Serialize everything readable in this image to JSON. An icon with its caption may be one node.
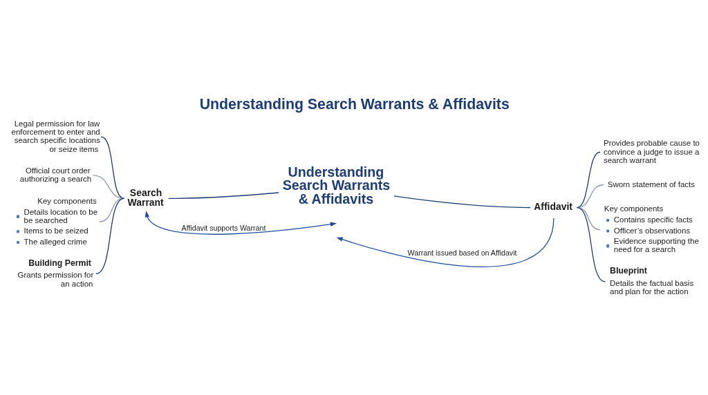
{
  "diagram": {
    "title": "Understanding Search Warrants & Affidavits",
    "nodes": [
      {
        "text": [
          "Legal permission for law enforcement to enter and search specific locations or seize items"
        ]
      },
      {
        "text": [
          "Official court order authorizing a search"
        ]
      },
      {
        "text": [
          "Key components",
          "Details location to be be searched",
          "Items to be seized",
          "The alleged crime"
        ]
      },
      {
        "text": [
          "Building Permit",
          "Grants permission for an action"
        ]
      },
      {
        "text": [
          "Search Warrant"
        ]
      },
      {
        "text": [
          "Understanding Search Warrants & Affidavits"
        ]
      },
      {
        "text": [
          "Affidavit"
        ]
      },
      {
        "text": [
          "Provides probable cause to convince a judge to issue a search warrant"
        ]
      },
      {
        "text": [
          "Sworn statement of facts"
        ]
      },
      {
        "text": [
          "Key components",
          "Contains specific facts",
          "Officer’s observations",
          "Evidence supporting the need for a search"
        ]
      },
      {
        "text": [
          "Blueprint",
          "Details the factual basis and plan for the action"
        ]
      }
    ],
    "edges": [
      {
        "from": 0,
        "to": 4,
        "arrow": "none"
      },
      {
        "from": 1,
        "to": 4,
        "arrow": "none",
        "color": "#8c96a8"
      },
      {
        "from": 2,
        "to": 4,
        "arrow": "none",
        "color": "#8c96a8"
      },
      {
        "from": 3,
        "to": 4,
        "arrow": "none"
      },
      {
        "from": 4,
        "to": 5,
        "arrow": "none"
      },
      {
        "from": 5,
        "to": 6,
        "arrow": "none"
      },
      {
        "from": 6,
        "to": 7,
        "arrow": "none"
      },
      {
        "from": 6,
        "to": 8,
        "arrow": "none",
        "color": "#8c96a8"
      },
      {
        "from": 6,
        "to": 9,
        "arrow": "none",
        "color": "#8c96a8"
      },
      {
        "from": 6,
        "to": 10,
        "arrow": "none"
      },
      {
        "from": null,
        "to": 4,
        "arrow": "both",
        "label": "Affidavit supports Warrant",
        "color": "#1f4e9c"
      },
      {
        "from": 6,
        "to": null,
        "arrow": "to",
        "label": "Warrant issued based on Affidavit",
        "color": "#1f4e9c"
      }
    ]
  }
}
